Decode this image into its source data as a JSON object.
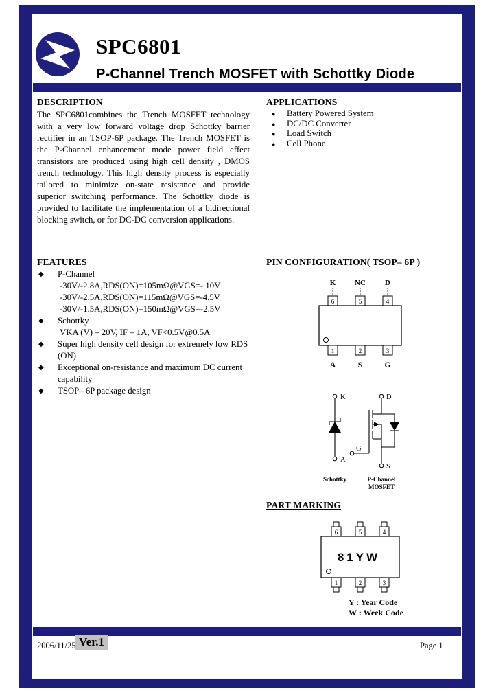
{
  "header": {
    "part_number": "SPC6801",
    "subtitle": "P-Channel Trench MOSFET with Schottky Diode"
  },
  "description": {
    "heading": "DESCRIPTION",
    "body": "The SPC6801combines the Trench MOSFET technology with a very low forward voltage drop Schottky barrier rectifier in an TSOP-6P package. The Trench MOSFET is the P-Channel enhancement mode power field effect transistors are produced using high cell density , DMOS trench technology. This high density process is especially tailored to minimize on-state resistance and provide superior switching performance. The Schottky diode is provided to facilitate the implementation of a bidirectional blocking switch, or for DC-DC conversion applications."
  },
  "applications": {
    "heading": "APPLICATIONS",
    "items": [
      "Battery Powered System",
      "DC/DC Converter",
      "Load Switch",
      "Cell Phone"
    ]
  },
  "features": {
    "heading": "FEATURES",
    "items": [
      {
        "title": "P-Channel",
        "lines": [
          "-30V/-2.8A,RDS(ON)=105mΩ@VGS=- 10V",
          "-30V/-2.5A,RDS(ON)=115mΩ@VGS=-4.5V",
          "-30V/-1.5A,RDS(ON)=150mΩ@VGS=-2.5V"
        ]
      },
      {
        "title": "Schottky",
        "lines": [
          "VKA (V) – 20V, IF – 1A, VF<0.5V@0.5A"
        ]
      },
      {
        "title": "Super high density cell design for extremely low RDS (ON)",
        "lines": []
      },
      {
        "title": "Exceptional on-resistance and maximum DC current capability",
        "lines": []
      },
      {
        "title": "TSOP– 6P package design",
        "lines": []
      }
    ]
  },
  "pin_configuration": {
    "heading": "PIN CONFIGURATION( TSOP– 6P )",
    "top_pins": [
      {
        "label": "K",
        "number": "6"
      },
      {
        "label": "NC",
        "number": "5"
      },
      {
        "label": "D",
        "number": "4"
      }
    ],
    "bottom_pins": [
      {
        "label": "A",
        "number": "1"
      },
      {
        "label": "S",
        "number": "2"
      },
      {
        "label": "G",
        "number": "3"
      }
    ],
    "schematic": {
      "k": "K",
      "a": "A",
      "d": "D",
      "s": "S",
      "g": "G",
      "schottky_label": "Schottky",
      "mosfet_label_line1": "P-Channel",
      "mosfet_label_line2": "MOSFET"
    }
  },
  "part_marking": {
    "heading": "PART MARKING",
    "marking": "81YW",
    "top_pin_numbers": [
      "6",
      "5",
      "4"
    ],
    "bottom_pin_numbers": [
      "1",
      "2",
      "3"
    ],
    "year_code_note": "Y : Year  Code",
    "week_code_note": "W : Week Code"
  },
  "footer": {
    "date": "2006/11/25",
    "version": "Ver.1",
    "page": "Page 1"
  },
  "colors": {
    "navy": "#1d1d7c",
    "version_highlight": "#c2c2c2"
  }
}
